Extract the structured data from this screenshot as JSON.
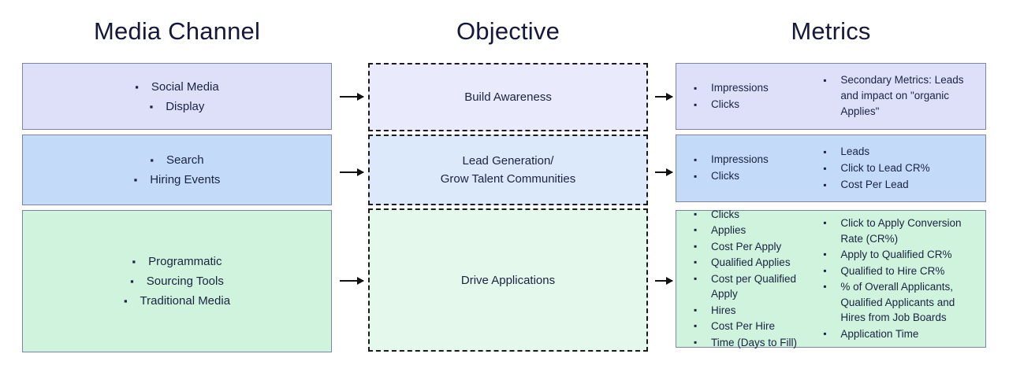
{
  "columns": {
    "media_channel": {
      "title": "Media Channel"
    },
    "objective": {
      "title": "Objective"
    },
    "metrics": {
      "title": "Metrics"
    }
  },
  "rows": [
    {
      "id": "awareness",
      "accent": "#dde0f8",
      "channels": [
        "Social Media",
        "Display"
      ],
      "objective": "Build Awareness",
      "metrics_primary": [
        "Impressions",
        "Clicks"
      ],
      "metrics_secondary": [
        "Secondary Metrics: Leads and impact on \"organic Applies\""
      ]
    },
    {
      "id": "lead-generation",
      "accent": "#c3dbf8",
      "channels": [
        "Search",
        "Hiring Events"
      ],
      "objective": "Lead Generation/\nGrow Talent Communities",
      "objective_line1": "Lead Generation/",
      "objective_line2": "Grow Talent Communities",
      "metrics_primary": [
        "Impressions",
        "Clicks"
      ],
      "metrics_secondary": [
        "Leads",
        "Click to Lead CR%",
        "Cost Per Lead"
      ]
    },
    {
      "id": "drive-applications",
      "accent": "#cff3dc",
      "channels": [
        "Programmatic",
        "Sourcing Tools",
        "Traditional Media"
      ],
      "objective": "Drive Applications",
      "metrics_primary": [
        "Clicks",
        "Applies",
        "Cost Per Apply",
        "Qualified Applies",
        "Cost per Qualified Apply",
        "Hires",
        "Cost Per Hire",
        "Time (Days to Fill)"
      ],
      "metrics_secondary": [
        "Click to Apply Conversion Rate (CR%)",
        "Apply to Qualified CR%",
        "Qualified to Hire CR%",
        "% of Overall Applicants, Qualified Applicants and Hires from Job Boards",
        "Application Time"
      ]
    }
  ],
  "flow_arrows": [
    {
      "name": "channel-to-objective-awareness"
    },
    {
      "name": "channel-to-objective-leadgen"
    },
    {
      "name": "channel-to-objective-applications"
    },
    {
      "name": "objective-to-metrics-awareness"
    },
    {
      "name": "objective-to-metrics-leadgen"
    },
    {
      "name": "objective-to-metrics-applications"
    }
  ],
  "palette": {
    "lavender": "#dde0f8",
    "lavender_light": "#e9eafb",
    "blue": "#c3dbf8",
    "blue_light": "#dbe9fa",
    "green": "#cff3dc",
    "green_light": "#e5f8ec",
    "text": "#1b2242",
    "border_solid": "#7c85a8",
    "border_dashed": "#1a1a1a",
    "background": "#ffffff"
  }
}
